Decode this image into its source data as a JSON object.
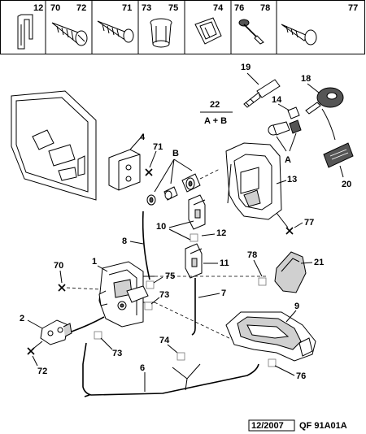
{
  "header_parts": [
    {
      "ref": "12",
      "icon": "clip-icon"
    },
    {
      "ref": "70",
      "ref2": "72",
      "icon": "wood-screw-icon"
    },
    {
      "ref": "71",
      "icon": "self-tapping-screw-icon"
    },
    {
      "ref": "73",
      "ref2": "75",
      "icon": "bushing-icon"
    },
    {
      "ref": "74",
      "icon": "retaining-clip-icon"
    },
    {
      "ref": "76",
      "ref2": "78",
      "icon": "push-rivet-icon"
    },
    {
      "ref": "77",
      "icon": "torx-screw-icon"
    }
  ],
  "callouts": {
    "c1": "1",
    "c2": "2",
    "c4": "4",
    "c6": "6",
    "c7": "7",
    "c8": "8",
    "c9": "9",
    "c10": "10",
    "c11": "11",
    "c12": "12",
    "c13": "13",
    "c14": "14",
    "c18": "18",
    "c19": "19",
    "c20": "20",
    "c21": "21",
    "c70": "70",
    "c71": "71",
    "c72": "72",
    "c73a": "73",
    "c73b": "73",
    "c74": "74",
    "c75": "75",
    "c76": "76",
    "c77": "77",
    "c78": "78"
  },
  "group_labels": {
    "b": "B",
    "a": "A",
    "set_number": "22",
    "set_formula": "A + B"
  },
  "footer": {
    "date": "12/2007",
    "code": "QF 91A01A"
  }
}
